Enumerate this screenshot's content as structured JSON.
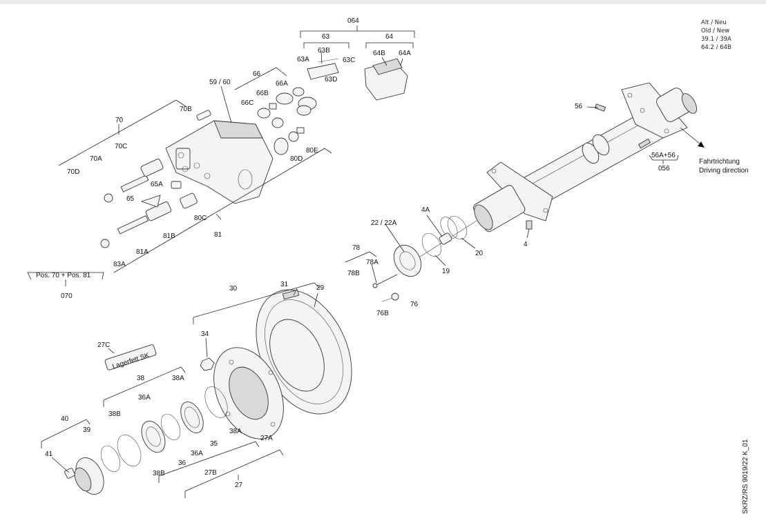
{
  "notes": {
    "line1": "Alt / Neu",
    "line2": "Old / New",
    "line3": "39.1 / 39A",
    "line4": "64.2 / 64B"
  },
  "direction": {
    "de": "Fahrtrichtung",
    "en": "Driving direction"
  },
  "pos_box": "Pos. 70 + Pos. 81",
  "drawing_number": "SKRZ/RS 9019/22 K_01",
  "grease_tube": "Lagerfett SK",
  "labels": {
    "l064": "064",
    "l63": "63",
    "l64": "64",
    "l63A": "63A",
    "l63B": "63B",
    "l63C": "63C",
    "l63D": "63D",
    "l64B": "64B",
    "l64A": "64A",
    "l66": "66",
    "l66A": "66A",
    "l66B": "66B",
    "l66C": "66C",
    "l5960": "59 / 60",
    "l70": "70",
    "l70B": "70B",
    "l70C": "70C",
    "l70A": "70A",
    "l70D": "70D",
    "l65A": "65A",
    "l65": "65",
    "l80E": "80E",
    "l80D": "80D",
    "l80C": "80C",
    "l81B": "81B",
    "l81": "81",
    "l81A": "81A",
    "l83A": "83A",
    "l070": "070",
    "l56": "56",
    "l56A56": "56A+56",
    "l056": "056",
    "l4": "4",
    "l4A": "4A",
    "l2222A": "22 / 22A",
    "l20": "20",
    "l19": "19",
    "l78": "78",
    "l78A": "78A",
    "l78B": "78B",
    "l76": "76",
    "l76B": "76B",
    "l30": "30",
    "l31": "31",
    "l29": "29",
    "l34": "34",
    "l27C": "27C",
    "l38": "38",
    "l38A_top": "38A",
    "l36A_top": "36A",
    "l38B_top": "38B",
    "l40": "40",
    "l39": "39",
    "l41": "41",
    "l38B_bot": "38B",
    "l36": "36",
    "l36A_bot": "36A",
    "l35": "35",
    "l38A_bot": "38A",
    "l27A": "27A",
    "l27B": "27B",
    "l27": "27"
  }
}
